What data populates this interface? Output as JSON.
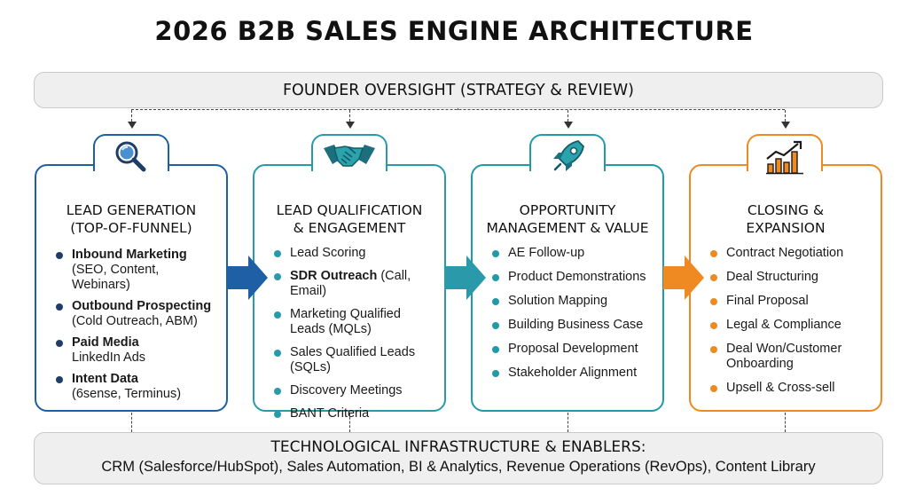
{
  "title": "2026 B2B SALES ENGINE ARCHITECTURE",
  "oversight": "FOUNDER OVERSIGHT (STRATEGY & REVIEW)",
  "colors": {
    "stage1": "#1f5fa6",
    "stage2": "#2a9aaa",
    "stage3": "#1f9aa6",
    "stage4": "#ef8a23",
    "band": "#efefef"
  },
  "stages": [
    {
      "icon": "magnifier-icon",
      "title_line1": "LEAD GENERATION",
      "title_line2": "(TOP-OF-FUNNEL)",
      "items": [
        {
          "strong": "Inbound Marketing",
          "sub": "(SEO, Content, Webinars)"
        },
        {
          "strong": "Outbound Prospecting",
          "sub": "(Cold Outreach, ABM)"
        },
        {
          "strong": "Paid Media",
          "sub": "LinkedIn Ads"
        },
        {
          "strong": "Intent Data",
          "sub": "(6sense, Terminus)"
        }
      ]
    },
    {
      "icon": "handshake-icon",
      "title_line1": "LEAD QUALIFICATION",
      "title_line2": "& ENGAGEMENT",
      "items": [
        {
          "text": "Lead Scoring"
        },
        {
          "strong": "SDR Outreach",
          "rest": " (Call, Email)"
        },
        {
          "text": "Marketing Qualified",
          "sub": "Leads (MQLs)"
        },
        {
          "text": "Sales Qualified Leads",
          "sub": "(SQLs)"
        },
        {
          "text": "Discovery Meetings"
        },
        {
          "text": "BANT Criteria"
        }
      ]
    },
    {
      "icon": "rocket-icon",
      "title_line1": "OPPORTUNITY",
      "title_line2": "MANAGEMENT & VALUE",
      "items": [
        {
          "text": "AE Follow-up"
        },
        {
          "text": "Product Demonstrations"
        },
        {
          "text": "Solution Mapping"
        },
        {
          "text": "Building Business Case"
        },
        {
          "text": "Proposal Development"
        },
        {
          "text": "Stakeholder Alignment"
        }
      ]
    },
    {
      "icon": "growth-chart-icon",
      "title_line1": "CLOSING &",
      "title_line2": "EXPANSION",
      "items": [
        {
          "text": "Contract Negotiation"
        },
        {
          "text": "Deal Structuring"
        },
        {
          "text": "Final Proposal"
        },
        {
          "text": "Legal & Compliance"
        },
        {
          "text": "Deal Won/Customer",
          "sub": "Onboarding"
        },
        {
          "text": "Upsell & Cross-sell"
        }
      ]
    }
  ],
  "infrastructure": {
    "title": "TECHNOLOGICAL INFRASTRUCTURE & ENABLERS:",
    "body": "CRM (Salesforce/HubSpot), Sales Automation, BI & Analytics, Revenue Operations (RevOps), Content Library"
  }
}
